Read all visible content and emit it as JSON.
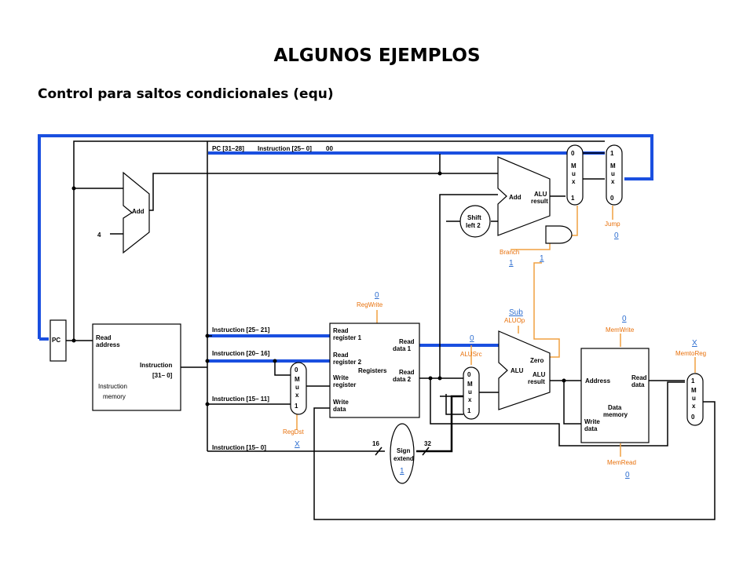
{
  "title": "ALGUNOS EJEMPLOS",
  "subtitle": "Control para saltos condicionales (equ)",
  "diagram": {
    "pc": "PC",
    "pc_bits": "PC [31–28]",
    "instr_25_0": "Instruction [25– 0]",
    "shift00": "00",
    "add_pc": "Add",
    "const4": "4",
    "read_address_1": "Read",
    "read_address_2": "address",
    "instruction_1": "Instruction",
    "instruction_2": "[31– 0]",
    "imem_1": "Instruction",
    "imem_2": "memory",
    "instr_25_21": "Instruction [25– 21]",
    "instr_20_16": "Instruction [20– 16]",
    "instr_15_11": "Instruction [15– 11]",
    "instr_15_0": "Instruction [15– 0]",
    "read_reg1_a": "Read",
    "read_reg1_b": "register 1",
    "read_reg2_a": "Read",
    "read_reg2_b": "register 2",
    "write_reg_a": "Write",
    "write_reg_b": "register",
    "write_data_a": "Write",
    "write_data_b": "data",
    "registers": "Registers",
    "read_data1_a": "Read",
    "read_data1_b": "data 1",
    "read_data2_a": "Read",
    "read_data2_b": "data 2",
    "sign_extend_a": "Sign",
    "sign_extend_b": "extend",
    "bits16": "16",
    "bits32": "32",
    "shift_left_a": "Shift",
    "shift_left_b": "left 2",
    "add_branch": "Add",
    "alu_result_a": "ALU",
    "alu_result_b": "result",
    "alu": "ALU",
    "zero": "Zero",
    "mux_m": "M",
    "mux_u": "u",
    "mux_x": "x",
    "mux_0": "0",
    "mux_1": "1",
    "address": "Address",
    "read_data_a": "Read",
    "read_data_b": "data",
    "data_mem_a": "Data",
    "data_mem_b": "memory",
    "dm_write_a": "Write",
    "dm_write_b": "data",
    "signals": {
      "regwrite": {
        "name": "RegWrite",
        "value": "0"
      },
      "regdst": {
        "name": "RegDst",
        "value": "X"
      },
      "alusrc": {
        "name": "ALUSrc",
        "value": "0"
      },
      "aluop": {
        "name": "ALUOp",
        "value": "Sub"
      },
      "memwrite": {
        "name": "MemWrite",
        "value": "0"
      },
      "memread": {
        "name": "MemRead",
        "value": "0"
      },
      "memtoreg": {
        "name": "MemtoReg",
        "value": "X"
      },
      "branch": {
        "name": "Branch",
        "value": "1"
      },
      "jump": {
        "name": "Jump",
        "value": "0"
      },
      "and_out": {
        "value": "1"
      },
      "sign_ext": {
        "value": "1"
      }
    },
    "colors": {
      "highlight": "#1a4fe0",
      "control": "#f0a040",
      "control_text": "#e8700a",
      "value_text": "#2f6fd0"
    }
  }
}
